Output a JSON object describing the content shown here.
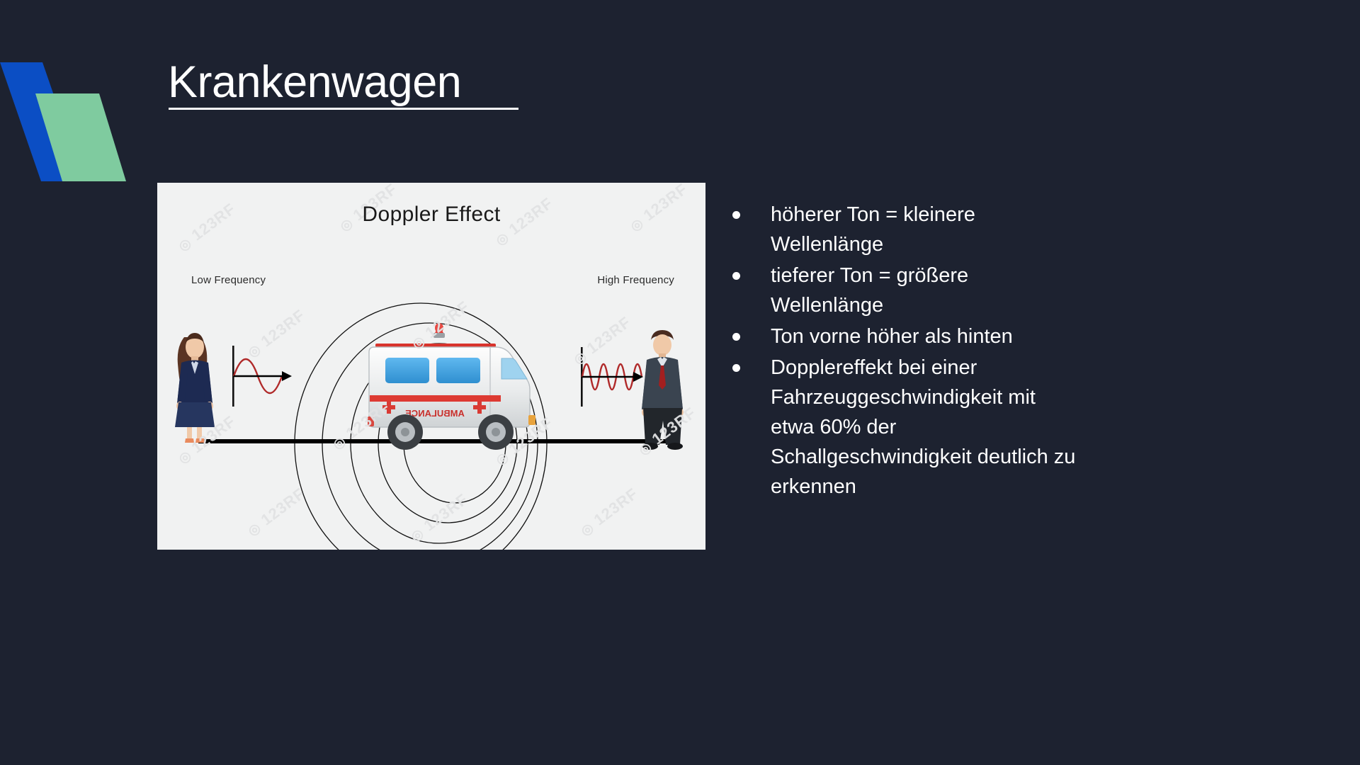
{
  "slide": {
    "background_color": "#1d2230",
    "title": "Krankenwagen"
  },
  "decoration": {
    "name": "corner-parallelograms",
    "blue_color": "#0b4ec4",
    "green_color": "#7fcb9f"
  },
  "picture_card": {
    "background_color": "#f1f2f2",
    "heading": "Doppler Effect",
    "label_left": "Low Frequency",
    "label_right": "High Frequency",
    "watermark_text": "123RF",
    "left_figure": "woman-figure",
    "right_figure": "man-figure",
    "vehicle": "ambulance-illustration",
    "vehicle_text": "AMBULANCE",
    "wave_color": "#b02a2a",
    "circle_color": "#111111",
    "ground_line_color": "#000000"
  },
  "bullets": [
    "höherer Ton = kleinere Wellenlänge",
    "tieferer Ton = größere Wellenlänge",
    "Ton vorne höher als hinten",
    "Dopplereffekt bei einer Fahrzeuggeschwindigkeit mit etwa 60% der Schallgeschwindigkeit deutlich zu erkennen"
  ]
}
